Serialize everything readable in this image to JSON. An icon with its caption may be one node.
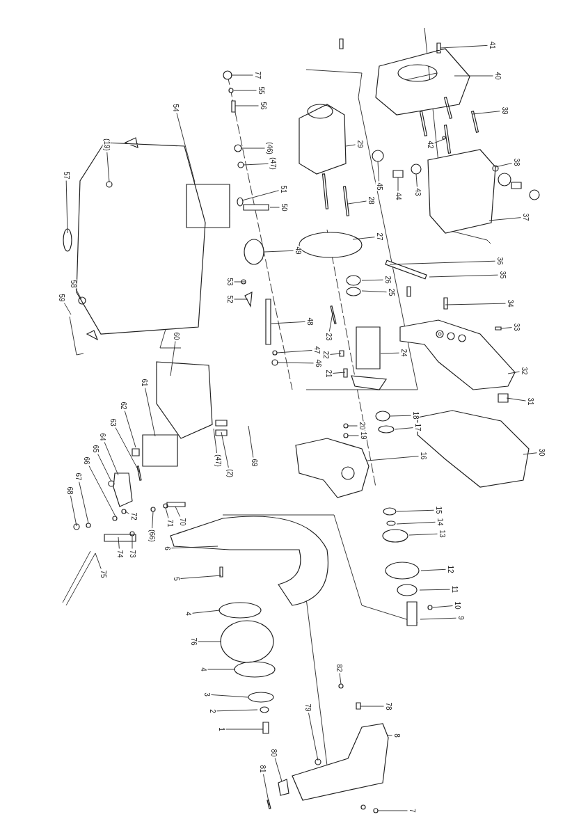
{
  "diagram": {
    "nodes": [
      {
        "text": [
          "41"
        ]
      },
      {
        "text": [
          "40"
        ]
      },
      {
        "text": [
          "39"
        ]
      },
      {
        "text": [
          "42"
        ]
      },
      {
        "text": [
          "29"
        ]
      },
      {
        "text": [
          "45"
        ]
      },
      {
        "text": [
          "44"
        ]
      },
      {
        "text": [
          "43"
        ]
      },
      {
        "text": [
          "38"
        ]
      },
      {
        "text": [
          "37"
        ]
      },
      {
        "text": [
          "28"
        ]
      },
      {
        "text": [
          "27"
        ]
      },
      {
        "text": [
          "36"
        ]
      },
      {
        "text": [
          "35"
        ]
      },
      {
        "text": [
          "26"
        ]
      },
      {
        "text": [
          "25"
        ]
      },
      {
        "text": [
          "34"
        ]
      },
      {
        "text": [
          "33"
        ]
      },
      {
        "text": [
          "48"
        ]
      },
      {
        "text": [
          "23"
        ]
      },
      {
        "text": [
          "47"
        ]
      },
      {
        "text": [
          "46"
        ]
      },
      {
        "text": [
          "22"
        ]
      },
      {
        "text": [
          "21"
        ]
      },
      {
        "text": [
          "24"
        ]
      },
      {
        "text": [
          "32"
        ]
      },
      {
        "text": [
          "31"
        ]
      },
      {
        "text": [
          "18"
        ]
      },
      {
        "text": [
          "17"
        ]
      },
      {
        "text": [
          "20"
        ]
      },
      {
        "text": [
          "19"
        ]
      },
      {
        "text": [
          "16"
        ]
      },
      {
        "text": [
          "30"
        ]
      },
      {
        "text": [
          "15"
        ]
      },
      {
        "text": [
          "14"
        ]
      },
      {
        "text": [
          "13"
        ]
      },
      {
        "text": [
          "12"
        ]
      },
      {
        "text": [
          "11"
        ]
      },
      {
        "text": [
          "10"
        ]
      },
      {
        "text": [
          "9"
        ]
      },
      {
        "text": [
          "77"
        ]
      },
      {
        "text": [
          "55"
        ]
      },
      {
        "text": [
          "56"
        ]
      },
      {
        "text": [
          "54"
        ]
      },
      {
        "text": [
          "(19)"
        ]
      },
      {
        "text": [
          "(46)"
        ]
      },
      {
        "text": [
          "(47)"
        ]
      },
      {
        "text": [
          "51"
        ]
      },
      {
        "text": [
          "50"
        ]
      },
      {
        "text": [
          "57"
        ]
      },
      {
        "text": [
          "49"
        ]
      },
      {
        "text": [
          "53"
        ]
      },
      {
        "text": [
          "52"
        ]
      },
      {
        "text": [
          "58"
        ]
      },
      {
        "text": [
          "59"
        ]
      },
      {
        "text": [
          "60"
        ]
      },
      {
        "text": [
          "61"
        ]
      },
      {
        "text": [
          "62"
        ]
      },
      {
        "text": [
          "63"
        ]
      },
      {
        "text": [
          "64"
        ]
      },
      {
        "text": [
          "65"
        ]
      },
      {
        "text": [
          "66"
        ]
      },
      {
        "text": [
          "67"
        ]
      },
      {
        "text": [
          "68"
        ]
      },
      {
        "text": [
          "69"
        ]
      },
      {
        "text": [
          "(47)"
        ]
      },
      {
        "text": [
          "(2)"
        ]
      },
      {
        "text": [
          "70"
        ]
      },
      {
        "text": [
          "71"
        ]
      },
      {
        "text": [
          "(66)"
        ]
      },
      {
        "text": [
          "72"
        ]
      },
      {
        "text": [
          "73"
        ]
      },
      {
        "text": [
          "74"
        ]
      },
      {
        "text": [
          "75"
        ]
      },
      {
        "text": [
          "6"
        ]
      },
      {
        "text": [
          "5"
        ]
      },
      {
        "text": [
          "4"
        ]
      },
      {
        "text": [
          "76"
        ]
      },
      {
        "text": [
          "4"
        ]
      },
      {
        "text": [
          "3"
        ]
      },
      {
        "text": [
          "2"
        ]
      },
      {
        "text": [
          "1"
        ]
      },
      {
        "text": [
          "82"
        ]
      },
      {
        "text": [
          "79"
        ]
      },
      {
        "text": [
          "78"
        ]
      },
      {
        "text": [
          "8"
        ]
      },
      {
        "text": [
          "80"
        ]
      },
      {
        "text": [
          "81"
        ]
      },
      {
        "text": [
          "7"
        ]
      }
    ],
    "edges": [
      {
        "from": 0,
        "to": null,
        "arrow": "none"
      },
      {
        "from": 1,
        "to": null,
        "arrow": "none"
      },
      {
        "from": 2,
        "to": null,
        "arrow": "none"
      },
      {
        "from": 3,
        "to": null,
        "arrow": "none"
      },
      {
        "from": 4,
        "to": null,
        "arrow": "none"
      },
      {
        "from": 5,
        "to": null,
        "arrow": "none"
      },
      {
        "from": 6,
        "to": null,
        "arrow": "none"
      },
      {
        "from": 7,
        "to": null,
        "arrow": "none"
      },
      {
        "from": 8,
        "to": null,
        "arrow": "none"
      },
      {
        "from": 9,
        "to": null,
        "arrow": "none"
      },
      {
        "from": 10,
        "to": null,
        "arrow": "none"
      },
      {
        "from": 11,
        "to": null,
        "arrow": "none"
      },
      {
        "from": 12,
        "to": null,
        "arrow": "none"
      },
      {
        "from": 13,
        "to": null,
        "arrow": "none"
      },
      {
        "from": 14,
        "to": null,
        "arrow": "none"
      },
      {
        "from": 15,
        "to": null,
        "arrow": "none"
      },
      {
        "from": 16,
        "to": null,
        "arrow": "none"
      },
      {
        "from": 17,
        "to": null,
        "arrow": "none"
      },
      {
        "from": 18,
        "to": null,
        "arrow": "none"
      },
      {
        "from": 19,
        "to": null,
        "arrow": "none"
      },
      {
        "from": 20,
        "to": null,
        "arrow": "none"
      },
      {
        "from": 21,
        "to": null,
        "arrow": "none"
      },
      {
        "from": 22,
        "to": null,
        "arrow": "none"
      },
      {
        "from": 23,
        "to": null,
        "arrow": "none"
      },
      {
        "from": 24,
        "to": null,
        "arrow": "none"
      },
      {
        "from": 25,
        "to": null,
        "arrow": "none"
      },
      {
        "from": 26,
        "to": null,
        "arrow": "none"
      },
      {
        "from": 27,
        "to": null,
        "arrow": "none"
      },
      {
        "from": 28,
        "to": null,
        "arrow": "none"
      },
      {
        "from": 29,
        "to": null,
        "arrow": "none"
      },
      {
        "from": 30,
        "to": null,
        "arrow": "none"
      },
      {
        "from": 31,
        "to": null,
        "arrow": "none"
      },
      {
        "from": 32,
        "to": null,
        "arrow": "none"
      },
      {
        "from": 33,
        "to": null,
        "arrow": "none"
      },
      {
        "from": 34,
        "to": null,
        "arrow": "none"
      },
      {
        "from": 35,
        "to": null,
        "arrow": "none"
      },
      {
        "from": 36,
        "to": null,
        "arrow": "none"
      },
      {
        "from": 37,
        "to": null,
        "arrow": "none"
      },
      {
        "from": 38,
        "to": null,
        "arrow": "none"
      },
      {
        "from": 39,
        "to": null,
        "arrow": "none"
      },
      {
        "from": 40,
        "to": null,
        "arrow": "none"
      },
      {
        "from": 41,
        "to": null,
        "arrow": "none"
      },
      {
        "from": 42,
        "to": null,
        "arrow": "none"
      },
      {
        "from": 43,
        "to": null,
        "arrow": "none"
      },
      {
        "from": 44,
        "to": null,
        "arrow": "none"
      },
      {
        "from": 45,
        "to": null,
        "arrow": "none"
      },
      {
        "from": 46,
        "to": null,
        "arrow": "none"
      },
      {
        "from": 47,
        "to": null,
        "arrow": "none"
      },
      {
        "from": 48,
        "to": null,
        "arrow": "none"
      },
      {
        "from": 49,
        "to": null,
        "arrow": "none"
      },
      {
        "from": 50,
        "to": null,
        "arrow": "none"
      },
      {
        "from": 51,
        "to": null,
        "arrow": "none"
      },
      {
        "from": 52,
        "to": null,
        "arrow": "none"
      },
      {
        "from": 53,
        "to": null,
        "arrow": "none"
      },
      {
        "from": 54,
        "to": null,
        "arrow": "none"
      },
      {
        "from": 55,
        "to": null,
        "arrow": "none"
      },
      {
        "from": 56,
        "to": null,
        "arrow": "none"
      },
      {
        "from": 57,
        "to": null,
        "arrow": "none"
      },
      {
        "from": 58,
        "to": null,
        "arrow": "none"
      },
      {
        "from": 59,
        "to": null,
        "arrow": "none"
      },
      {
        "from": 60,
        "to": null,
        "arrow": "none"
      },
      {
        "from": 61,
        "to": null,
        "arrow": "none"
      },
      {
        "from": 62,
        "to": null,
        "arrow": "none"
      },
      {
        "from": 63,
        "to": null,
        "arrow": "none"
      },
      {
        "from": 64,
        "to": null,
        "arrow": "none"
      },
      {
        "from": 65,
        "to": null,
        "arrow": "none"
      },
      {
        "from": 66,
        "to": null,
        "arrow": "none"
      },
      {
        "from": 67,
        "to": null,
        "arrow": "none"
      },
      {
        "from": 68,
        "to": null,
        "arrow": "none"
      },
      {
        "from": 69,
        "to": null,
        "arrow": "none"
      },
      {
        "from": 70,
        "to": null,
        "arrow": "none"
      },
      {
        "from": 71,
        "to": null,
        "arrow": "none"
      },
      {
        "from": 72,
        "to": null,
        "arrow": "none"
      },
      {
        "from": 73,
        "to": null,
        "arrow": "none"
      },
      {
        "from": 74,
        "to": null,
        "arrow": "none"
      },
      {
        "from": 75,
        "to": null,
        "arrow": "none"
      },
      {
        "from": 76,
        "to": null,
        "arrow": "none"
      },
      {
        "from": 77,
        "to": null,
        "arrow": "none"
      },
      {
        "from": 78,
        "to": null,
        "arrow": "none"
      },
      {
        "from": 79,
        "to": null,
        "arrow": "none"
      },
      {
        "from": 80,
        "to": null,
        "arrow": "none"
      },
      {
        "from": 81,
        "to": null,
        "arrow": "none"
      },
      {
        "from": 82,
        "to": null,
        "arrow": "none"
      },
      {
        "from": 83,
        "to": null,
        "arrow": "none"
      },
      {
        "from": 84,
        "to": null,
        "arrow": "none"
      },
      {
        "from": 85,
        "to": null,
        "arrow": "none"
      },
      {
        "from": 86,
        "to": null,
        "arrow": "none"
      },
      {
        "from": 87,
        "to": null,
        "arrow": "none"
      },
      {
        "from": 88,
        "to": null,
        "arrow": "none"
      }
    ]
  }
}
